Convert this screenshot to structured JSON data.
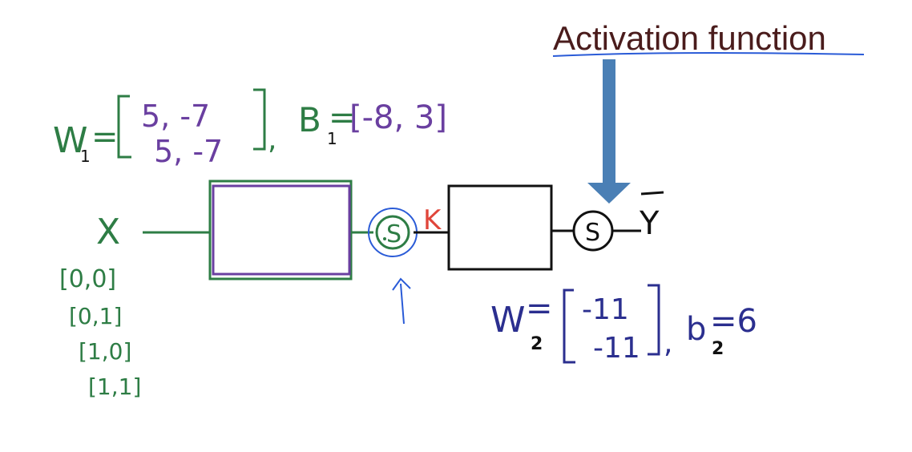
{
  "annotation": {
    "title": "Activation function"
  },
  "layer1": {
    "w_label": "W",
    "w_sub": "1",
    "equals": "=",
    "w_row1": "5, -7",
    "w_row2": "5, -7",
    "comma": ",",
    "b_label": "B",
    "b_sub": "1",
    "b_value": "[-8, 3]"
  },
  "input": {
    "label": "X",
    "rows": [
      "[0,0]",
      "[0,1]",
      "[1,0]",
      "[1,1]"
    ]
  },
  "hidden_output": {
    "label": "K"
  },
  "layer2": {
    "w_label": "W",
    "w_sub": "2",
    "equals": "=",
    "w_row1": "-11",
    "w_row2": "-11",
    "comma": ",",
    "b_label": "b",
    "b_sub": "2",
    "b_value": "=6"
  },
  "output": {
    "label": "Y"
  },
  "sigmoid_glyph": "S",
  "colors": {
    "green": "#2e7d45",
    "purple": "#6a3fa0",
    "navy": "#2b2f8f",
    "blue": "#2a5bd7",
    "red": "#e0453a",
    "black": "#111111",
    "arrow": "#4a7fb5",
    "title": "#4a1c1c"
  }
}
